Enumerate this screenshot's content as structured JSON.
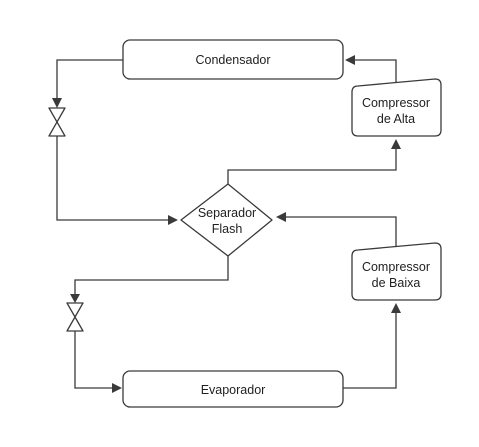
{
  "nodes": {
    "condenser": {
      "label": "Condensador"
    },
    "evaporator": {
      "label": "Evaporador"
    },
    "flash_separator": {
      "lines": [
        "Separador",
        "Flash"
      ]
    },
    "high_compressor": {
      "lines": [
        "Compressor",
        "de Alta"
      ]
    },
    "low_compressor": {
      "lines": [
        "Compressor",
        "de Baixa"
      ]
    }
  },
  "colors": {
    "stroke": "#3a3a3a",
    "text": "#1f1f1f",
    "background": "#ffffff"
  }
}
